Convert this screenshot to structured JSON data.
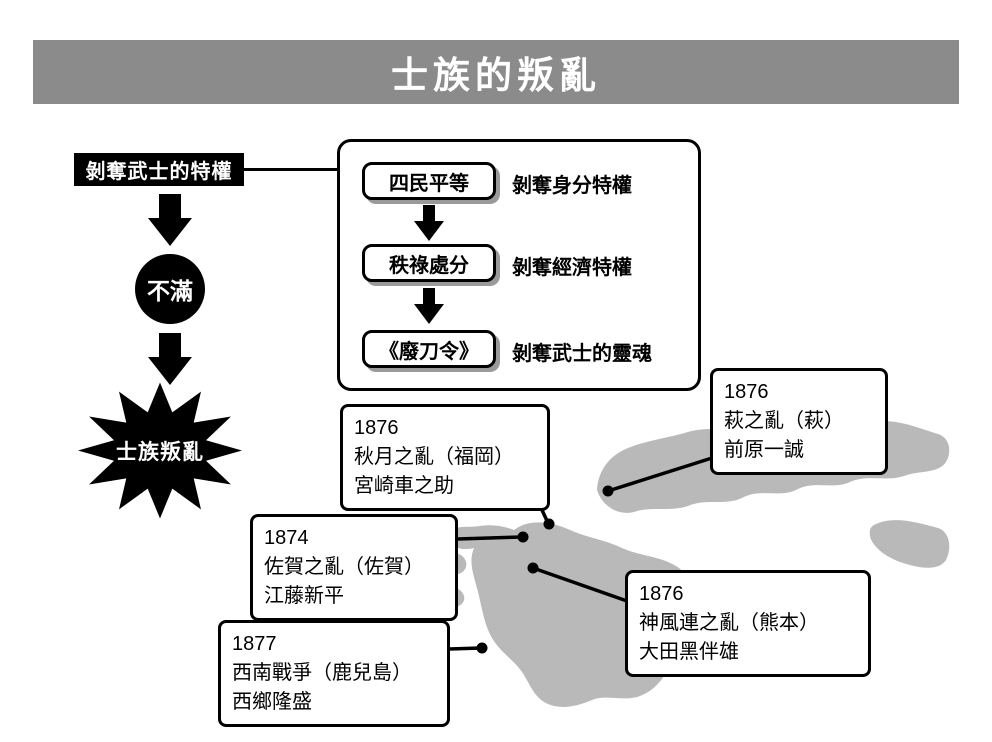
{
  "title": "士族的叛亂",
  "flow": {
    "trigger": "剝奪武士的特權",
    "emotion": "不滿",
    "result": "士族叛亂"
  },
  "policies": {
    "items": [
      {
        "name": "四民平等",
        "effect": "剝奪身分特權"
      },
      {
        "name": "秩祿處分",
        "effect": "剝奪經濟特權"
      },
      {
        "name": "《廢刀令》",
        "effect": "剝奪武士的靈魂"
      }
    ]
  },
  "rebellions": [
    {
      "year": "1876",
      "event": "萩之亂（萩）",
      "leader": "前原一誠"
    },
    {
      "year": "1876",
      "event": "秋月之亂（福岡）",
      "leader": "宮崎車之助"
    },
    {
      "year": "1874",
      "event": "佐賀之亂（佐賀）",
      "leader": "江藤新平"
    },
    {
      "year": "1876",
      "event": "神風連之亂（熊本）",
      "leader": "大田黑伴雄"
    },
    {
      "year": "1877",
      "event": "西南戰爭（鹿兒島）",
      "leader": "西鄉隆盛"
    }
  ],
  "colors": {
    "banner": "#8b8b8b",
    "map": "#b9b9b9",
    "ink": "#000000"
  }
}
